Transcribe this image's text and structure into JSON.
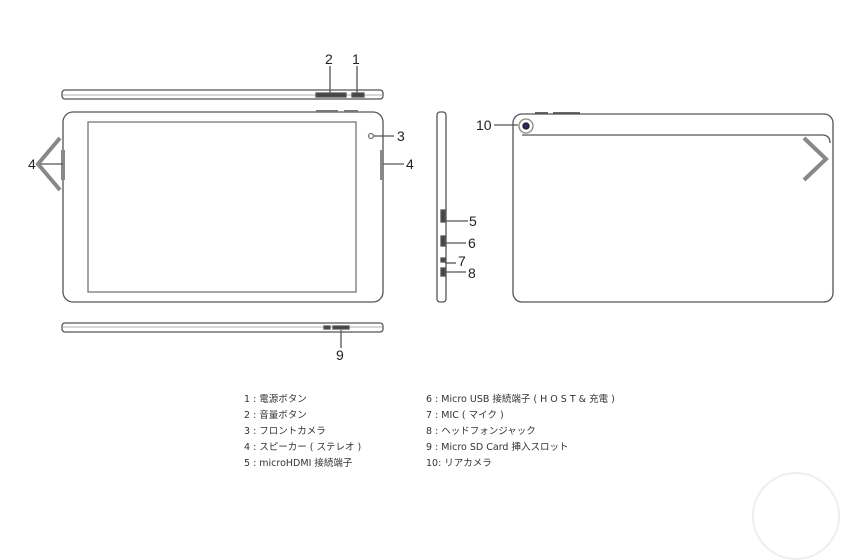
{
  "gallery": {
    "prev_label": "previous-image",
    "next_label": "next-image"
  },
  "callouts": {
    "c1": "1",
    "c2": "2",
    "c3": "3",
    "c4_left": "4",
    "c4_right": "4",
    "c5": "5",
    "c6": "6",
    "c7": "7",
    "c8": "8",
    "c9": "9",
    "c10": "10"
  },
  "legend": {
    "left": [
      "1 : 電源ボタン",
      "2 : 音量ボタン",
      "3 : フロントカメラ",
      "4 : スピーカー ( ステレオ )",
      "5 : microHDMI 接続端子"
    ],
    "right": [
      "6 : Micro USB 接続端子 ( H O S T & 充電 )",
      "7 : MIC ( マイク )",
      "8 : ヘッドフォンジャック",
      "9 : Micro SD Card 挿入スロット",
      "10: リアカメラ"
    ]
  },
  "colors": {
    "line": "#555555",
    "arrow": "#888888"
  }
}
